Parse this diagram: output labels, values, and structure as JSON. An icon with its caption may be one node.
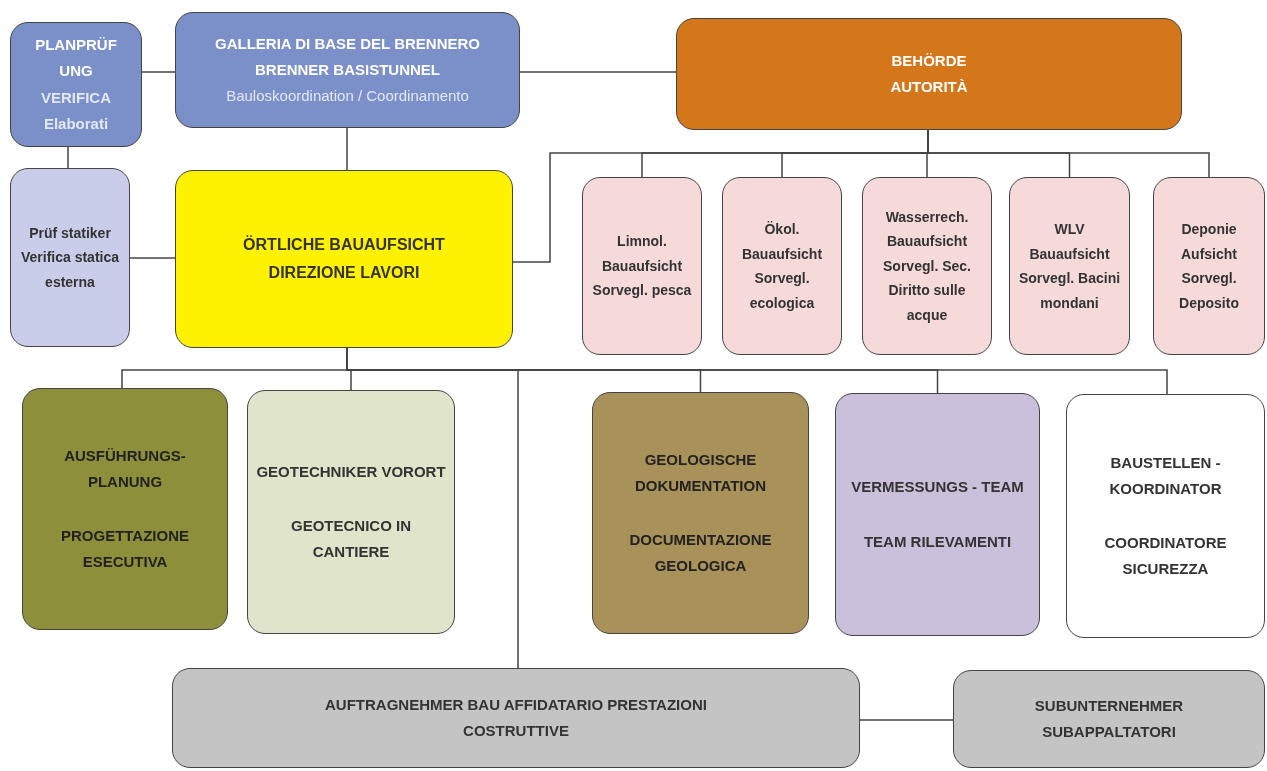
{
  "diagram": {
    "nodes": [
      {
        "text": [
          "PLANPRÜF UNG",
          "VERIFICA Elaborati"
        ]
      },
      {
        "text": [
          "GALLERIA DI BASE DEL BRENNERO BRENNER BASISTUNNEL",
          "Bauloskoordination / Coordinamento"
        ]
      },
      {
        "text": [
          "BEHÖRDE AUTORITÀ"
        ]
      },
      {
        "text": [
          "Prüf statiker Verifica statica esterna"
        ]
      },
      {
        "text": [
          "ÖRTLICHE BAUAUFSICHT DIREZIONE LAVORI"
        ]
      },
      {
        "text": [
          "Limnol. Bauaufsicht Sorvegl. pesca"
        ]
      },
      {
        "text": [
          "Ökol. Bauaufsicht Sorvegl. ecologica"
        ]
      },
      {
        "text": [
          "Wasserrech. Bauaufsicht Sorvegl. Sec. Diritto sulle acque"
        ]
      },
      {
        "text": [
          "WLV Bauaufsicht Sorvegl. Bacini mondani"
        ]
      },
      {
        "text": [
          "Deponie Aufsicht Sorvegl. Deposito"
        ]
      },
      {
        "text": [
          "AUSFÜHRUNGS- PLANUNG",
          "PROGETTAZIONE ESECUTIVA"
        ]
      },
      {
        "text": [
          "GEOTECHNIKER VORORT",
          "GEOTECNICO IN CANTIERE"
        ]
      },
      {
        "text": [
          "GEOLOGISCHE DOKUMENTATION",
          "DOCUMENTAZIONE GEOLOGICA"
        ]
      },
      {
        "text": [
          "VERMESSUNGS - TEAM",
          "TEAM RILEVAMENTI"
        ]
      },
      {
        "text": [
          "BAUSTELLEN - KOORDINATOR",
          "COORDINATORE SICUREZZA"
        ]
      },
      {
        "text": [
          "AUFTRAGNEHMER BAU AFFIDATARIO PRESTAZIONI COSTRUTTIVE"
        ]
      },
      {
        "text": [
          "SUBUNTERNEHMER SUBAPPALTATORI"
        ]
      }
    ],
    "edges": [
      {
        "from": 0,
        "to": 1,
        "arrow": "none"
      },
      {
        "from": 1,
        "to": 2,
        "arrow": "none"
      },
      {
        "from": 0,
        "to": 3,
        "arrow": "none"
      },
      {
        "from": 3,
        "to": 4,
        "arrow": "none"
      },
      {
        "from": 1,
        "to": 4,
        "arrow": "none"
      },
      {
        "from": 2,
        "to": 5,
        "arrow": "none"
      },
      {
        "from": 2,
        "to": 6,
        "arrow": "none"
      },
      {
        "from": 2,
        "to": 7,
        "arrow": "none"
      },
      {
        "from": 2,
        "to": 8,
        "arrow": "none"
      },
      {
        "from": 2,
        "to": 9,
        "arrow": "none"
      },
      {
        "from": 2,
        "to": 4,
        "arrow": "none"
      },
      {
        "from": 4,
        "to": 10,
        "arrow": "none"
      },
      {
        "from": 4,
        "to": 11,
        "arrow": "none"
      },
      {
        "from": 4,
        "to": 12,
        "arrow": "none"
      },
      {
        "from": 4,
        "to": 13,
        "arrow": "none"
      },
      {
        "from": 4,
        "to": 14,
        "arrow": "none"
      },
      {
        "from": 4,
        "to": 15,
        "arrow": "none"
      },
      {
        "from": 15,
        "to": 16,
        "arrow": "none"
      }
    ]
  }
}
